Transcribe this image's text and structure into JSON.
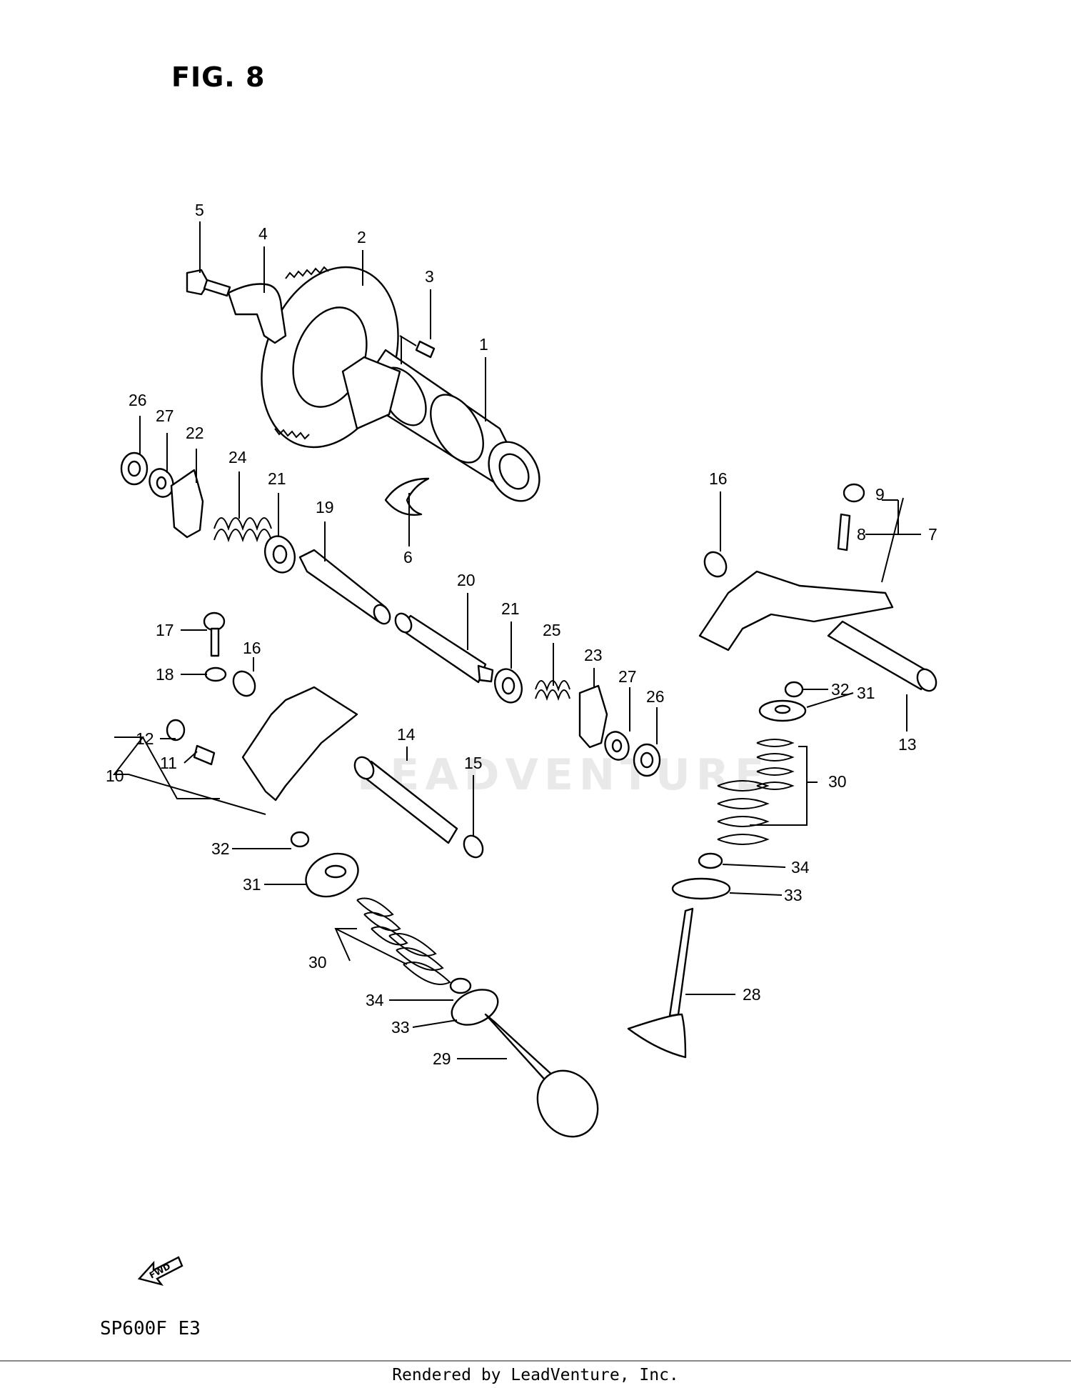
{
  "figure_title": "FIG. 8",
  "model_code": "SP600F  E3",
  "footer_text": "Rendered by LeadVenture, Inc.",
  "watermark": "LEADVENTURE",
  "fwd_label": "FWD",
  "callouts": [
    "1",
    "2",
    "3",
    "4",
    "5",
    "6",
    "7",
    "8",
    "9",
    "10",
    "11",
    "12",
    "13",
    "14",
    "15",
    "16",
    "17",
    "18",
    "19",
    "20",
    "21",
    "22",
    "23",
    "24",
    "25",
    "26",
    "27",
    "28",
    "29",
    "30",
    "31",
    "32",
    "33",
    "34"
  ]
}
